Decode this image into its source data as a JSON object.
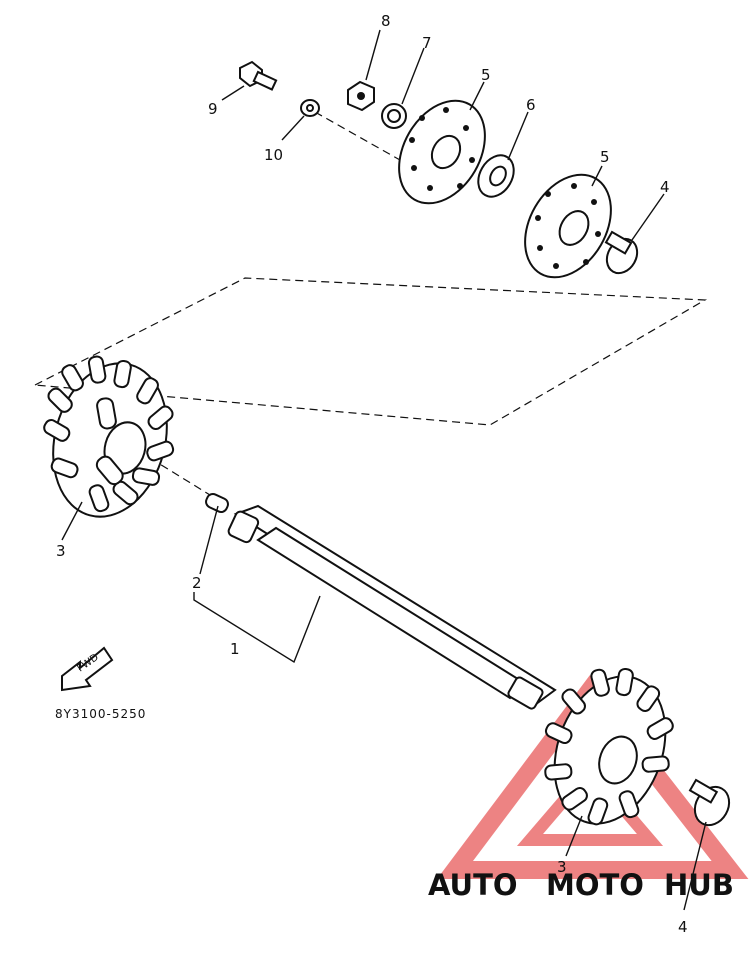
{
  "diagram": {
    "part_code": "8Y3100-5250",
    "fwd_label": "FWD",
    "callouts": {
      "c1": "1",
      "c2": "2",
      "c3_left": "3",
      "c3_right": "3",
      "c4_top": "4",
      "c4_bottom": "4",
      "c5_left": "5",
      "c5_right": "5",
      "c6": "6",
      "c7": "7",
      "c8": "8",
      "c9": "9",
      "c10": "10"
    }
  },
  "watermark": {
    "text_auto": "AUTO",
    "text_moto": "MOTO",
    "text_hub": "HUB",
    "colors": {
      "auto": "#f5b978",
      "moto": "#f4a0a0",
      "hub": "#c9c9c9",
      "triangle": "#e85a5a"
    }
  }
}
